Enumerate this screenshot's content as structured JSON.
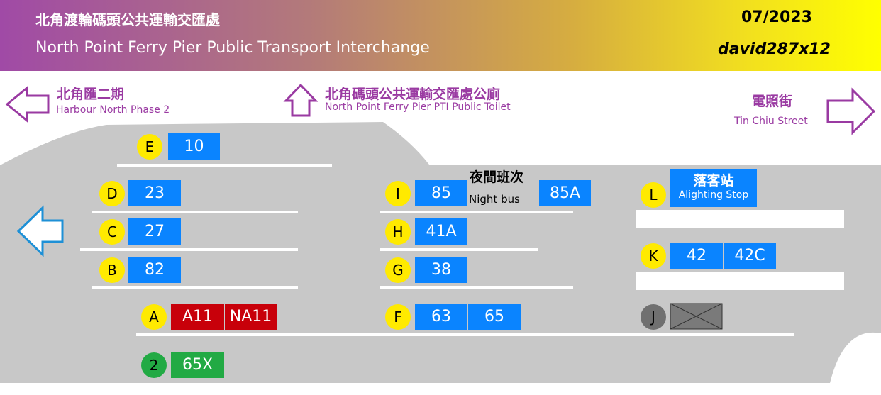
{
  "header": {
    "title_zh": "北角渡輪碼頭公共運輸交匯處",
    "title_en": "North Point Ferry Pier Public Transport Interchange",
    "date": "07/2023",
    "credit": "david287x12"
  },
  "signs": {
    "left": {
      "zh": "北角匯二期",
      "en": "Harbour North Phase 2"
    },
    "up": {
      "zh": "北角碼頭公共運輸交匯處公廁",
      "en": "North Point Ferry Pier PTI Public Toilet"
    },
    "right": {
      "zh": "電照街",
      "en": "Tin Chiu Street"
    }
  },
  "bays": {
    "E": [
      "10"
    ],
    "D": [
      "23"
    ],
    "C": [
      "27"
    ],
    "B": [
      "82"
    ],
    "A": [
      "A11",
      "NA11"
    ],
    "2": [
      "65X"
    ],
    "I": [
      "85",
      "85A"
    ],
    "H": [
      "41A"
    ],
    "G": [
      "38"
    ],
    "F": [
      "63",
      "65"
    ],
    "K": [
      "42",
      "42C"
    ]
  },
  "bay_labels": {
    "E": "E",
    "D": "D",
    "C": "C",
    "B": "B",
    "A": "A",
    "two": "2",
    "I": "I",
    "H": "H",
    "G": "G",
    "F": "F",
    "L": "L",
    "K": "K",
    "J": "J"
  },
  "night_bus": {
    "zh": "夜間班次",
    "en": "Night bus"
  },
  "alighting": {
    "zh": "落客站",
    "en": "Alighting Stop"
  },
  "colors": {
    "bay_yellow": "#ffea00",
    "route_blue": "#0a84ff",
    "route_red": "#c8000a",
    "route_green": "#22aa44",
    "arrow_purple": "#9a3aa2",
    "arrow_blue": "#1e90d6"
  }
}
